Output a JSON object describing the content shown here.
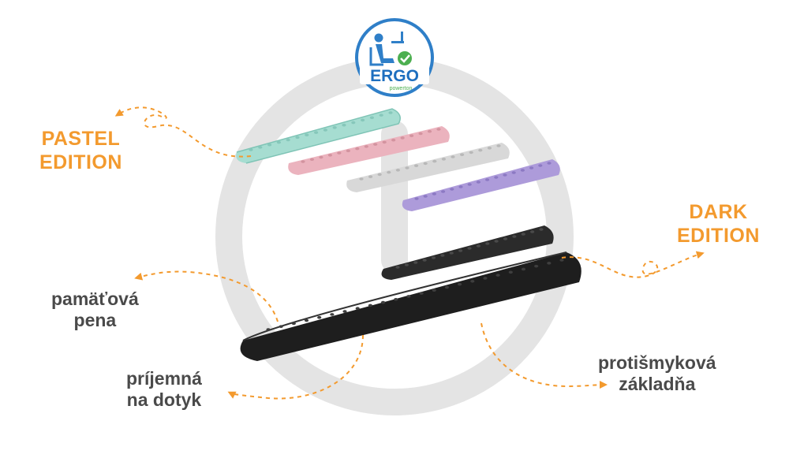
{
  "logo": {
    "brand": "ERGO",
    "sub": "powerton",
    "colors": {
      "ring": "#2F7FC8",
      "text": "#1E6FBF",
      "check": "#4CAF50"
    }
  },
  "labels": {
    "pastel": [
      "PASTEL",
      "EDITION"
    ],
    "dark": [
      "DARK",
      "EDITION"
    ],
    "memory_foam": [
      "pamäťová",
      "pena"
    ],
    "soft_touch": [
      "príjemná",
      "na dotyk"
    ],
    "anti_slip": [
      "protišmyková",
      "základňa"
    ]
  },
  "rests": [
    {
      "name": "mint",
      "color": "#A6DDD1"
    },
    {
      "name": "pink",
      "color": "#EBB3BE"
    },
    {
      "name": "grey",
      "color": "#D8D8D8"
    },
    {
      "name": "lavender",
      "color": "#AD9BDA"
    },
    {
      "name": "black-small",
      "color": "#2B2B2B"
    },
    {
      "name": "black-large",
      "color": "#1E1E1E"
    }
  ],
  "colors": {
    "accent": "#F39A2E",
    "text_dark": "#4A4A4A",
    "watermark": "#E3E3E3"
  }
}
